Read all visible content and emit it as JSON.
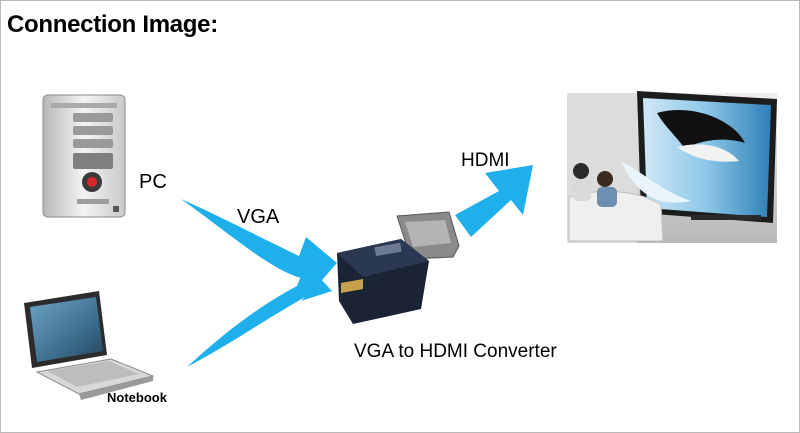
{
  "heading": "Connection Image:",
  "labels": {
    "pc": "PC",
    "vga": "VGA",
    "hdmi": "HDMI",
    "converter": "VGA to HDMI Converter",
    "notebook": "Notebook"
  },
  "icons": {
    "pc": "desktop-tower-icon",
    "notebook": "laptop-icon",
    "converter": "vga-hdmi-adapter-icon",
    "tv": "tv-orca-icon"
  },
  "colors": {
    "arrow": "#1fb0ec",
    "text": "#000000",
    "border": "#b9b9b9"
  }
}
